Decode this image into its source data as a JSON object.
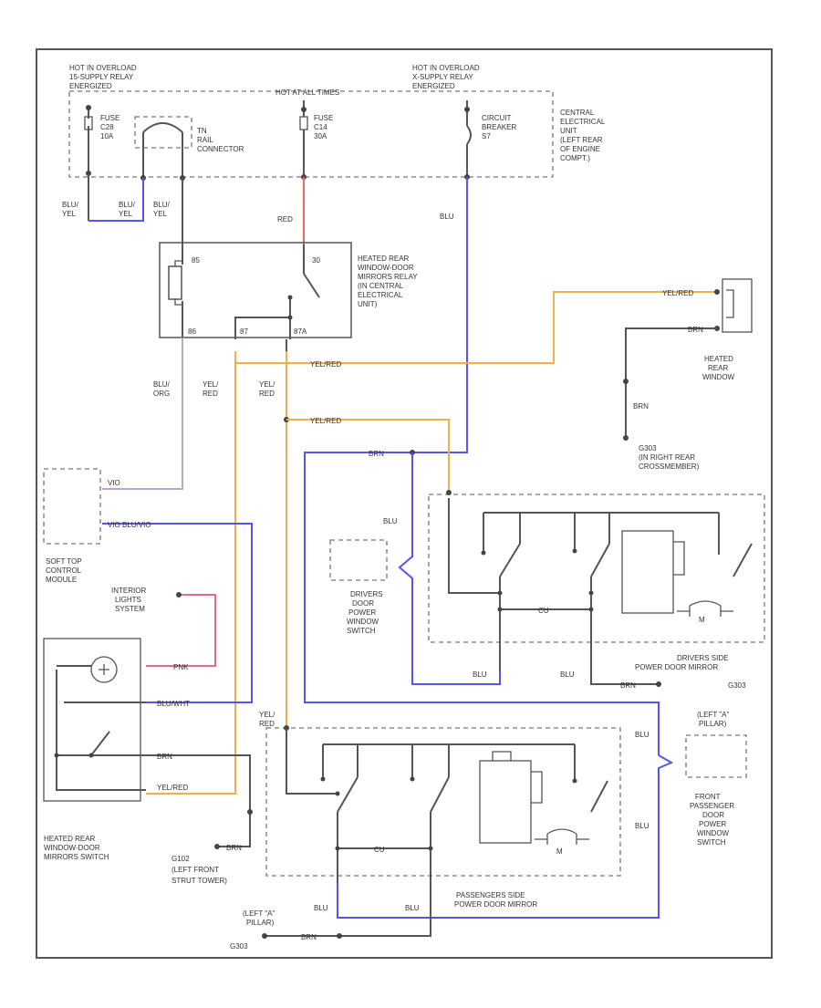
{
  "diagram": {
    "title_code": "",
    "colors": {
      "wire_dark": "#555555",
      "wire_blue": "#5555ee",
      "wire_orange": "#f0b050",
      "wire_red": "#ee6666",
      "wire_pink": "#e26a8a",
      "frame": "#555555"
    },
    "labels": {
      "hot_left": [
        "HOT IN OVERLOAD",
        "15-SUPPLY RELAY",
        "ENERGIZED"
      ],
      "hot_center": "HOT AT ALL TIMES",
      "hot_right": [
        "HOT IN OVERLOAD",
        "X-SUPPLY RELAY",
        "ENERGIZED"
      ],
      "central_unit": [
        "CENTRAL",
        "ELECTRICAL",
        "UNIT",
        "(LEFT REAR",
        "OF ENGINE",
        "COMPT.)"
      ],
      "fuse_left": [
        "FUSE",
        "C28",
        "10A"
      ],
      "tn_connector": [
        "TN",
        "RAIL",
        "CONNECTOR"
      ],
      "fuse_center": [
        "FUSE",
        "C14",
        "30A"
      ],
      "circuit_breaker": [
        "CIRCUIT",
        "BREAKER",
        "S7"
      ],
      "relay": [
        "HEATED REAR",
        "WINDOW-DOOR",
        "MIRRORS RELAY",
        "(IN CENTRAL",
        "ELECTRICAL",
        "UNIT)"
      ],
      "relay_pins": [
        "85",
        "30",
        "86",
        "87",
        "87A"
      ],
      "heated_rear_window": [
        "HEATED",
        "REAR",
        "WINDOW"
      ],
      "g303": [
        "G303",
        "(IN RIGHT REAR",
        "CROSSMEMBER)"
      ],
      "soft_top": [
        "SOFT TOP",
        "CONTROL",
        "MODULE"
      ],
      "interior_lights": [
        "INTERIOR",
        "LIGHTS",
        "SYSTEM"
      ],
      "drivers_window_switch": [
        "DRIVERS",
        "DOOR",
        "POWER",
        "WINDOW",
        "SWITCH"
      ],
      "drivers_mirror": [
        "DRIVERS SIDE",
        "POWER DOOR MIRROR"
      ],
      "g303b": "G303",
      "left_a_pillar": [
        "(LEFT \"A\"",
        "PILLAR)"
      ],
      "front_pass_switch": [
        "FRONT",
        "PASSENGER",
        "DOOR",
        "POWER",
        "WINDOW",
        "SWITCH"
      ],
      "heated_switch": [
        "HEATED REAR",
        "WINDOW-DOOR",
        "MIRRORS SWITCH"
      ],
      "g102": [
        "G102",
        "(LEFT FRONT",
        "STRUT TOWER)"
      ],
      "pass_mirror": [
        "PASSENGERS SIDE",
        "POWER DOOR MIRROR"
      ],
      "g303c": "G303",
      "left_a_pillar2": [
        "(LEFT \"A\"",
        "PILLAR)"
      ],
      "motor": "M"
    },
    "wire_labels": {
      "blu_yel_1": [
        "BLU/",
        "YEL"
      ],
      "blu_yel_2": [
        "BLU/",
        "YEL"
      ],
      "blu_yel_3": [
        "BLU/",
        "YEL"
      ],
      "red": "RED",
      "blu_top": "BLU",
      "yel_red_rw": "YEL/RED",
      "brn_rw": "BRN",
      "blu_org": [
        "BLU/",
        "ORG"
      ],
      "yel_red_a": [
        "YEL/",
        "RED"
      ],
      "yel_red_b": [
        "YEL/",
        "RED"
      ],
      "yel_red_h1": "YEL/RED",
      "yel_red_h2": "YEL/RED",
      "brn_v": "BRN",
      "brn_mid": "BRN",
      "blu_dw": "BLU",
      "vio": "VIO",
      "vio_blu": "VIO BLU/VIO",
      "pnk": "PNK",
      "blu_wht": "BLU/WHT",
      "brn_sw": "BRN",
      "yel_red_sw": "YEL/RED",
      "brn_g102": "BRN",
      "yel_red_c": [
        "YEL/",
        "RED"
      ],
      "blu_dm": "BLU",
      "blu_dm2": "BLU",
      "brn_g303b": "BRN",
      "blu_pa1": "BLU",
      "blu_pa2": "BLU",
      "blu_pm1": "BLU",
      "blu_pm2": "BLU",
      "brn_bot": "BRN",
      "cu": "CU"
    }
  }
}
